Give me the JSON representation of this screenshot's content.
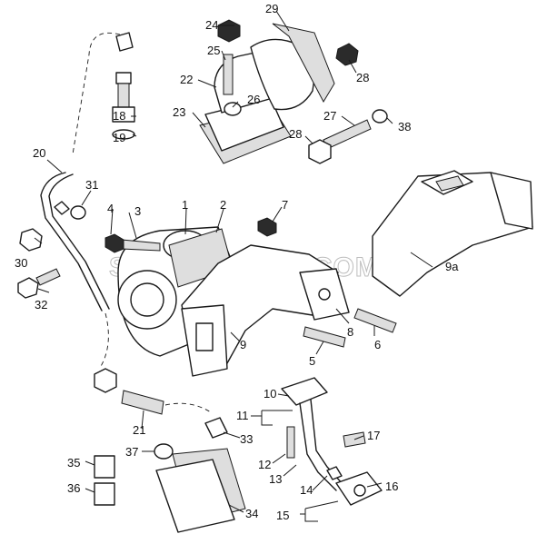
{
  "watermark": "SPECSERVER.COM",
  "callouts": [
    "1",
    "2",
    "3",
    "4",
    "5",
    "6",
    "7",
    "8",
    "9",
    "9a",
    "10",
    "11",
    "12",
    "13",
    "14",
    "15",
    "16",
    "17",
    "18",
    "19",
    "20",
    "21",
    "22",
    "23",
    "24",
    "25",
    "26",
    "27",
    "28",
    "28",
    "29",
    "30",
    "31",
    "32",
    "33",
    "34",
    "35",
    "36",
    "37",
    "38"
  ]
}
